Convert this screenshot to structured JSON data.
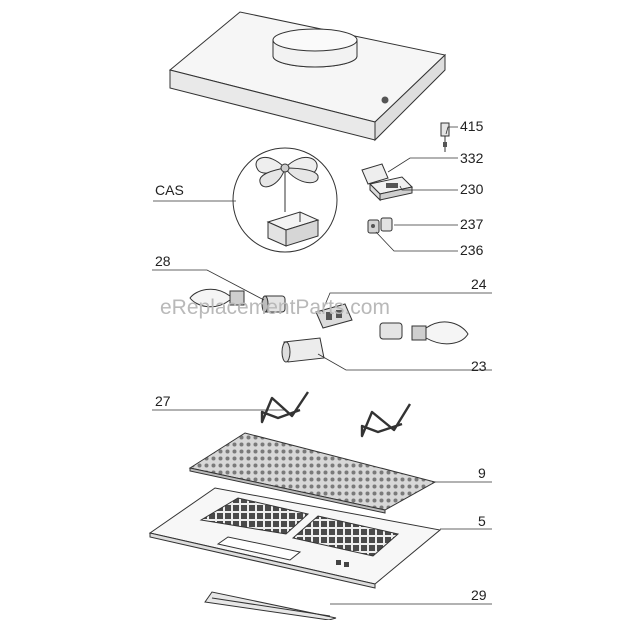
{
  "watermark": "eReplacementParts.com",
  "callouts": {
    "p415": "415",
    "p332": "332",
    "p230": "230",
    "p237": "237",
    "p236": "236",
    "cas": "CAS",
    "p28": "28",
    "p24": "24",
    "p23": "23",
    "p27": "27",
    "p9": "9",
    "p5": "5",
    "p29": "29"
  },
  "colors": {
    "line": "#333333",
    "part_fill": "#f4f4f4",
    "grille": "#555555",
    "watermark": "#b9b9b9"
  }
}
